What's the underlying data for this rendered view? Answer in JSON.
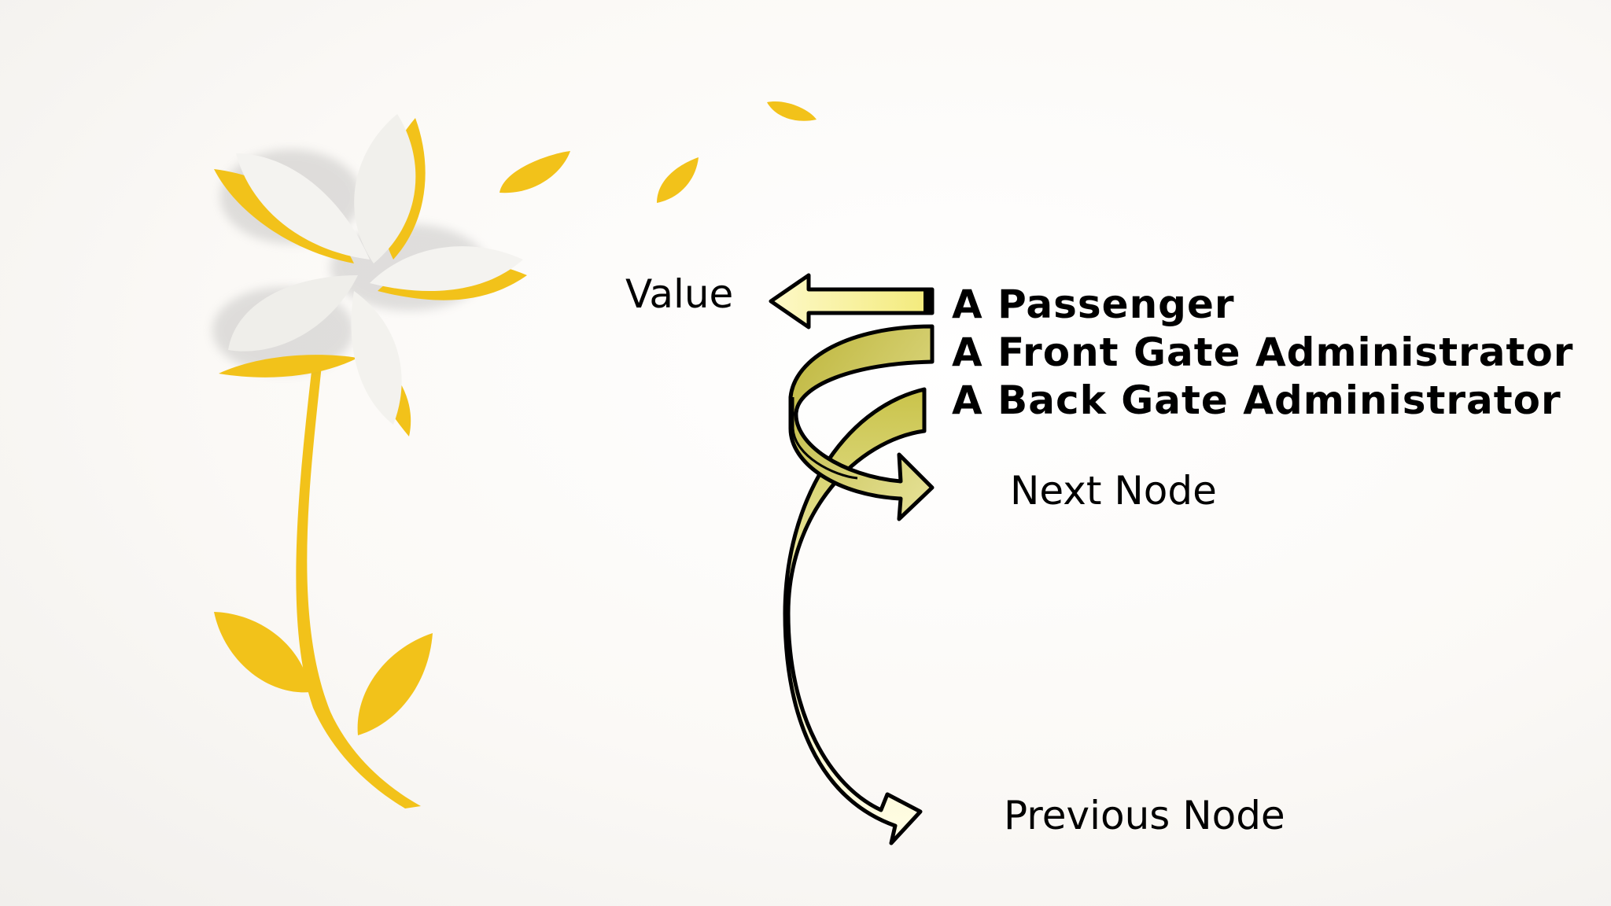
{
  "diagram": {
    "value_label": "Value",
    "items": [
      "A Passenger",
      "A Front Gate Administrator",
      "A Back Gate Administrator"
    ],
    "next_label": "Next Node",
    "previous_label": "Previous Node"
  },
  "colors": {
    "accent_yellow": "#f2c21a",
    "petal_white": "#f4f3f0",
    "arrow_light": "#fbf7c2",
    "arrow_olive": "#c7c24a",
    "outline": "#000000"
  }
}
